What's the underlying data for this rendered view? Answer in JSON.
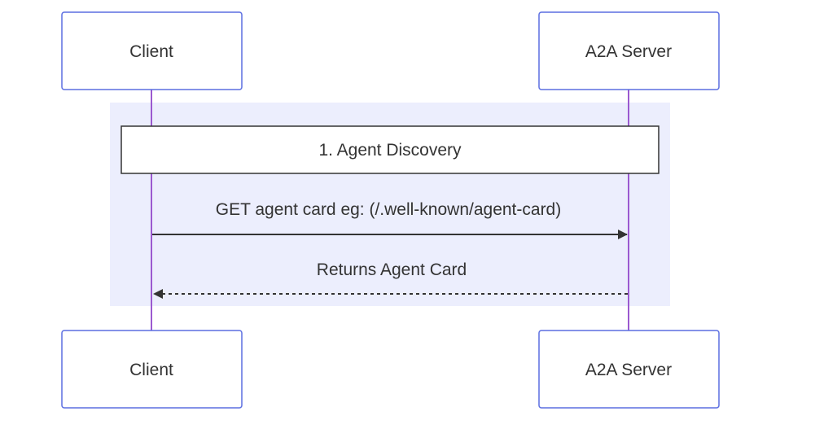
{
  "participants": {
    "client": {
      "label": "Client"
    },
    "server": {
      "label": "A2A Server"
    }
  },
  "note": {
    "label": "1. Agent Discovery"
  },
  "messages": [
    {
      "from": "client",
      "to": "server",
      "style": "solid",
      "label": "GET agent card eg: (/.well-known/agent-card)"
    },
    {
      "from": "server",
      "to": "client",
      "style": "dashed",
      "label": "Returns Agent Card"
    }
  ],
  "colors": {
    "actor_border": "#5b6ee1",
    "lifeline": "#9b59d0",
    "group_fill": "#eceefd",
    "note_border": "#333333",
    "text": "#333333",
    "arrow": "#333333"
  }
}
